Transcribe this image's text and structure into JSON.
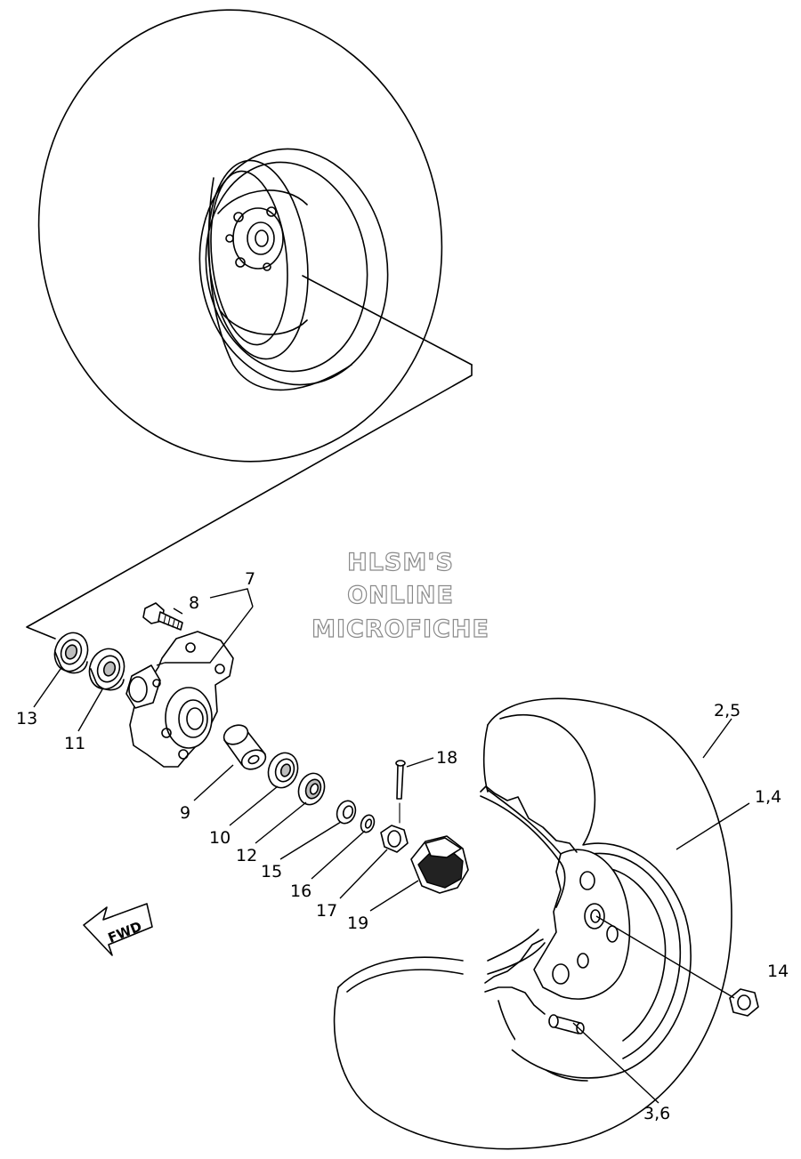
{
  "watermark": {
    "line1": "HLSM'S",
    "line2": "ONLINE",
    "line3": "MICROFICHE"
  },
  "direction_arrow": {
    "label": "FWD",
    "icon": "fwd-arrow-icon"
  },
  "callouts": {
    "c_2_5": "2,5",
    "c_1_4": "1,4",
    "c_7": "7",
    "c_8": "8",
    "c_13": "13",
    "c_11": "11",
    "c_9": "9",
    "c_10": "10",
    "c_12": "12",
    "c_15": "15",
    "c_16": "16",
    "c_17": "17",
    "c_19": "19",
    "c_18": "18",
    "c_14": "14",
    "c_3_6": "3,6"
  }
}
